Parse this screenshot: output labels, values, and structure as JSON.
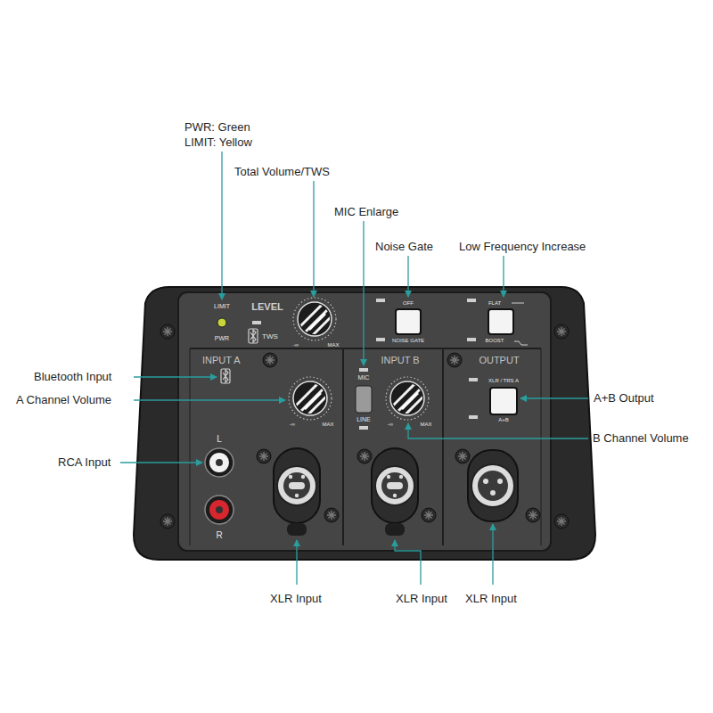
{
  "diagram": {
    "nodes": [
      {
        "text": [
          "INPUT A"
        ]
      },
      {
        "text": [
          "INPUT B"
        ]
      },
      {
        "text": [
          "OUTPUT"
        ]
      }
    ],
    "labels": [
      "PWR: Green",
      "LIMIT: Yellow",
      "Total Volume/TWS",
      "MIC Enlarge",
      "Noise Gate",
      "Low Frequency Increase",
      "Bluetooth Input",
      "A Channel Volume",
      "RCA Input",
      "XLR Input",
      "XLR Input",
      "XLR Input",
      "A+B Output",
      "B Channel Volume",
      "LIMIT",
      "PWR",
      "LEVEL",
      "TWS",
      "-∞",
      "MAX",
      "OFF",
      "NOISE GATE",
      "FLAT",
      "BOOST",
      "-∞",
      "MAX",
      "MIC",
      "LINE",
      "-∞",
      "MAX",
      "XLR / TRS A",
      "A+B",
      "L",
      "R"
    ]
  }
}
